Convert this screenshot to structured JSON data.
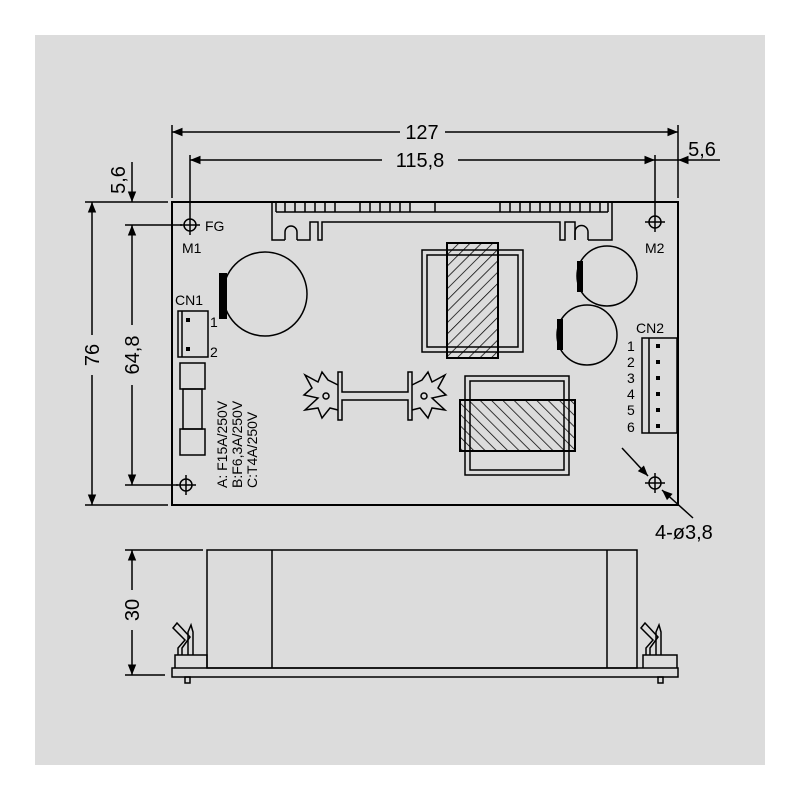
{
  "dimensions": {
    "overall_width": "127",
    "hole_spacing_width": "115,8",
    "right_offset": "5,6",
    "top_offset": "5,6",
    "overall_height": "76",
    "hole_spacing_height": "64,8",
    "side_height": "30",
    "hole_spec": "4-ø3,8"
  },
  "labels": {
    "fg": "FG",
    "m1": "M1",
    "m2": "M2",
    "cn1": "CN1",
    "cn1_pins": [
      "1",
      "2"
    ],
    "cn2": "CN2",
    "cn2_pins": [
      "1",
      "2",
      "3",
      "4",
      "5",
      "6"
    ],
    "fuse_ratings": [
      "A: F15A/250V",
      "B:F6,3A/250V",
      "C:T4A/250V"
    ]
  }
}
